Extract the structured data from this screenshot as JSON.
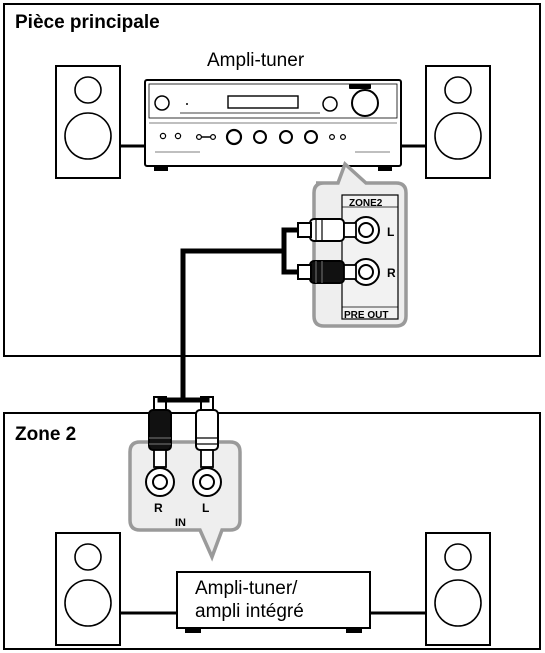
{
  "rooms": {
    "main": {
      "title": "Pièce principale",
      "device": "Ampli-tuner"
    },
    "zone2": {
      "title": "Zone 2",
      "device_line1": "Ampli-tuner/",
      "device_line2": "ampli intégré"
    }
  },
  "connectors": {
    "zone2_out": {
      "title": "ZONE2",
      "left": "L",
      "right": "R",
      "caption": "PRE OUT"
    },
    "zone2_in": {
      "right": "R",
      "left": "L",
      "caption": "IN"
    }
  },
  "colors": {
    "outline": "#000000",
    "callout_fill": "#eeeeee",
    "callout_stroke": "#9a9a9a",
    "plug_white": "#ffffff",
    "plug_black": "#111111"
  }
}
